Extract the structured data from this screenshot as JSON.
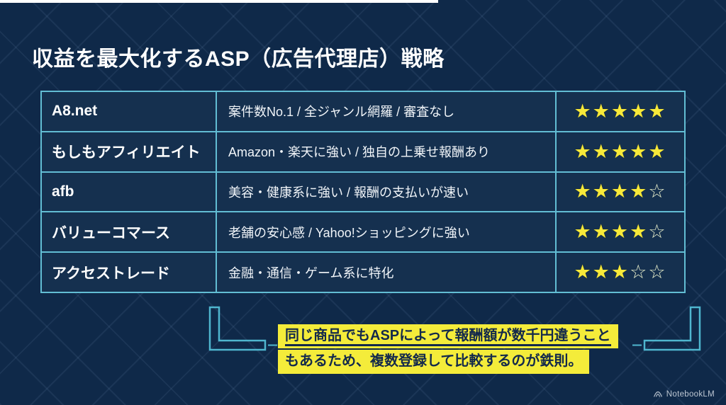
{
  "title": "収益を最大化するASP（広告代理店）戦略",
  "table": {
    "max_rating": 5,
    "star_filled_glyph": "★",
    "star_empty_glyph": "☆",
    "rows": [
      {
        "name": "A8.net",
        "description": "案件数No.1 / 全ジャンル網羅 / 審査なし",
        "rating": 5
      },
      {
        "name": "もしもアフィリエイト",
        "description": "Amazon・楽天に強い / 独自の上乗せ報酬あり",
        "rating": 5
      },
      {
        "name": "afb",
        "description": "美容・健康系に強い / 報酬の支払いが速い",
        "rating": 4
      },
      {
        "name": "バリューコマース",
        "description": "老舗の安心感 / Yahoo!ショッピングに強い",
        "rating": 4
      },
      {
        "name": "アクセストレード",
        "description": "金融・通信・ゲーム系に特化",
        "rating": 3
      }
    ]
  },
  "callout": {
    "line1": "同じ商品でもASPによって報酬額が数千円違うこと",
    "line2": "もあるため、複数登録して比較するのが鉄則。"
  },
  "footer": {
    "brand": "NotebookLM"
  },
  "colors": {
    "background": "#0f2949",
    "table_border": "#62bdd4",
    "cell_background": "#15304f",
    "star_filled": "#f7e93a",
    "star_empty_outline": "#e7eecb",
    "highlight_yellow": "#f4ec3a",
    "callout_text": "#13294b",
    "title_text": "#ffffff"
  }
}
